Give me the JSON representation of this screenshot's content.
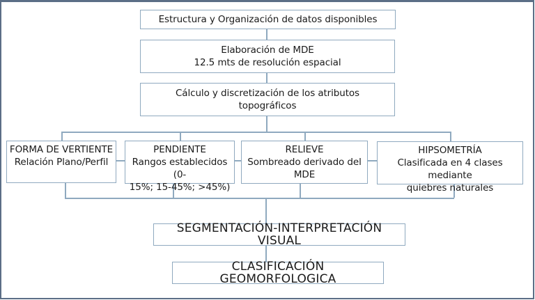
{
  "diagram": {
    "colors": {
      "frame_border": "#5b6e86",
      "box_border": "#8fa9bf",
      "connector": "#8fa9bf",
      "text": "#1a1a1a",
      "background": "#ffffff"
    },
    "steps": [
      {
        "id": "estructura",
        "lines": [
          "Estructura y Organización de datos disponibles"
        ]
      },
      {
        "id": "elaboracion-mde",
        "lines": [
          "Elaboración de MDE",
          "12.5 mts de resolución espacial"
        ]
      },
      {
        "id": "calculo-atributos",
        "lines": [
          "Cálculo y discretización de los atributos",
          "topográficos"
        ]
      }
    ],
    "attributes": [
      {
        "id": "forma-vertiente",
        "title": "FORMA DE VERTIENTE",
        "lines": [
          "Relación Plano/Perfil"
        ]
      },
      {
        "id": "pendiente",
        "title": "PENDIENTE",
        "lines": [
          "Rangos establecidos (0-",
          "15%; 15-45%; >45%)"
        ]
      },
      {
        "id": "relieve",
        "title": "RELIEVE",
        "lines": [
          "Sombreado derivado del",
          "MDE"
        ]
      },
      {
        "id": "hipsometria",
        "title": "HIPSOMETRÍA",
        "lines": [
          "Clasificada en 4 clases mediante",
          "quiebres naturales"
        ]
      }
    ],
    "outputs": [
      {
        "id": "segmentacion",
        "label": "SEGMENTACIÓN-INTERPRETACIÓN VISUAL"
      },
      {
        "id": "clasificacion",
        "label": "CLASIFICACIÓN GEOMORFOLOGICA"
      }
    ]
  }
}
